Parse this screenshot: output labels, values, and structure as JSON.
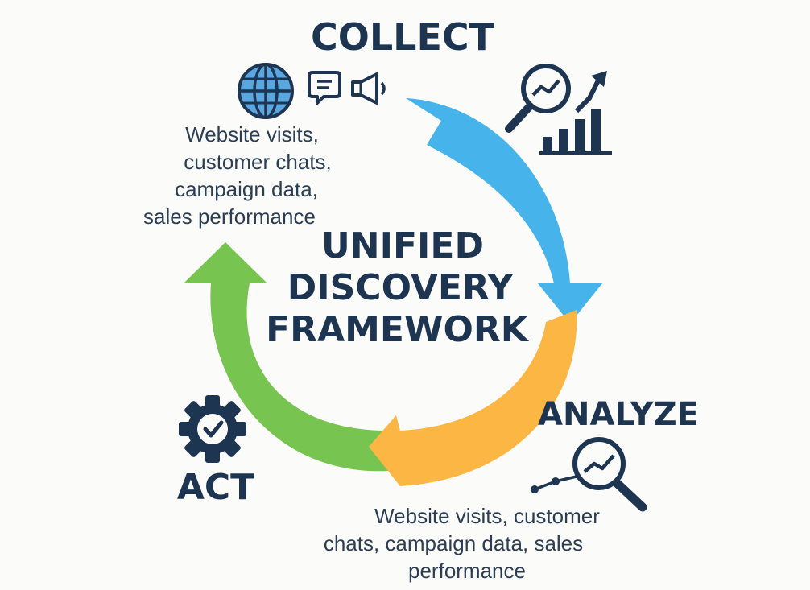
{
  "center": {
    "line1": "UNIFIED",
    "line2": "DISCOVERY",
    "line3": "FRAMEWORK"
  },
  "collect": {
    "title": "COLLECT",
    "desc_lines": [
      "Website visits,",
      "customer chats,",
      "campaign data,",
      "sales performance"
    ]
  },
  "analyze": {
    "title": "ANALYZE",
    "desc_lines": [
      "Website visits, customer",
      "chats, campaign data, sales",
      "performance"
    ]
  },
  "act": {
    "title": "ACT"
  },
  "colors": {
    "navy": "#1e3551",
    "blue_arrow": "#46b3ea",
    "yellow_arrow": "#fbb643",
    "green_arrow": "#78c450",
    "globe_fill": "#5aa6df",
    "background": "#fbfbf9"
  },
  "icons": [
    "globe-icon",
    "chat-icon",
    "megaphone-icon",
    "search-chart-icon",
    "analytics-magnifier-icon",
    "gear-check-icon"
  ]
}
